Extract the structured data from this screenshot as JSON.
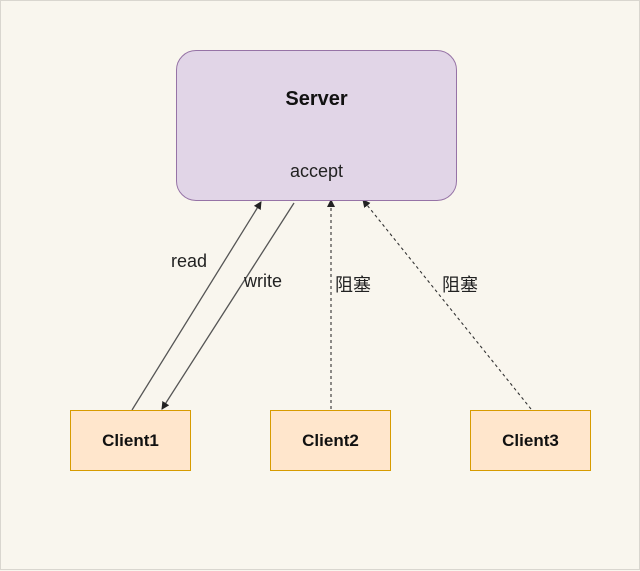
{
  "server": {
    "title": "Server",
    "subtitle": "accept"
  },
  "clients": [
    "Client1",
    "Client2",
    "Client3"
  ],
  "edges": {
    "read": "read",
    "write": "write",
    "blocked_client2": "阻塞",
    "blocked_client3": "阻塞"
  },
  "colors": {
    "background": "#f9f6ee",
    "server_fill": "#e1d5e7",
    "server_stroke": "#9673a6",
    "client_fill": "#ffe6cc",
    "client_stroke": "#d79b00",
    "arrow": "#333333"
  }
}
